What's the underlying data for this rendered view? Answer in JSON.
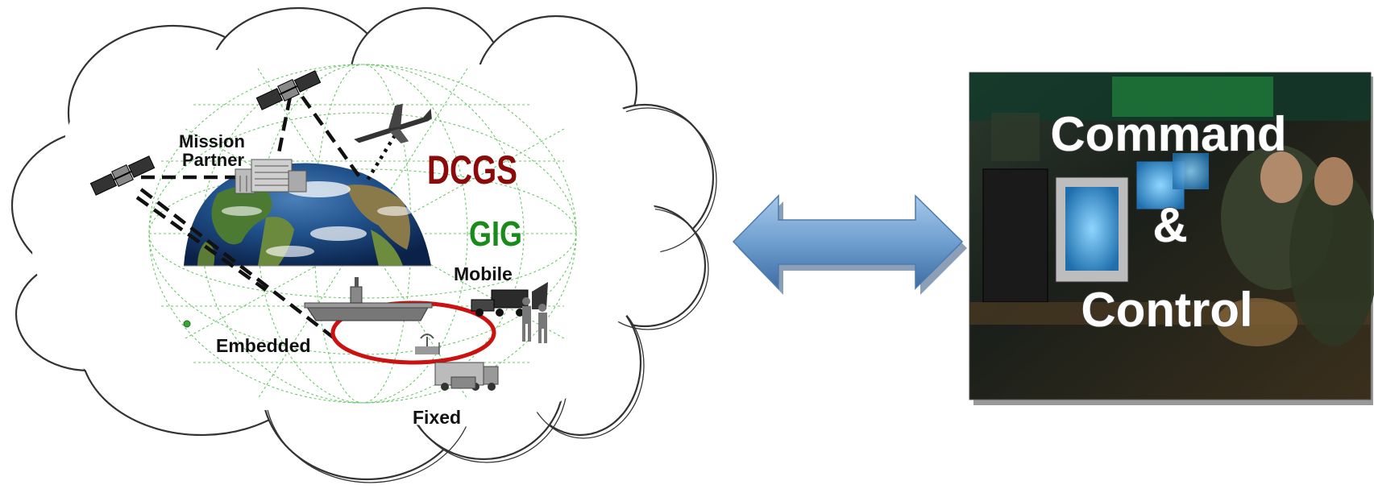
{
  "labels": {
    "mission_partner_line1": "Mission",
    "mission_partner_line2": "Partner",
    "dcgs": "DCGS",
    "gig": "GIG",
    "mobile": "Mobile",
    "embedded": "Embedded",
    "fixed": "Fixed"
  },
  "command_control": {
    "line1": "Command",
    "line2": "&",
    "line3": "Control"
  },
  "colors": {
    "dcgs": "#8b0a0a",
    "gig": "#1a8a1a",
    "ring": "#cc1111",
    "arrow": "#6f9fd0",
    "grid": "#55bb55"
  }
}
